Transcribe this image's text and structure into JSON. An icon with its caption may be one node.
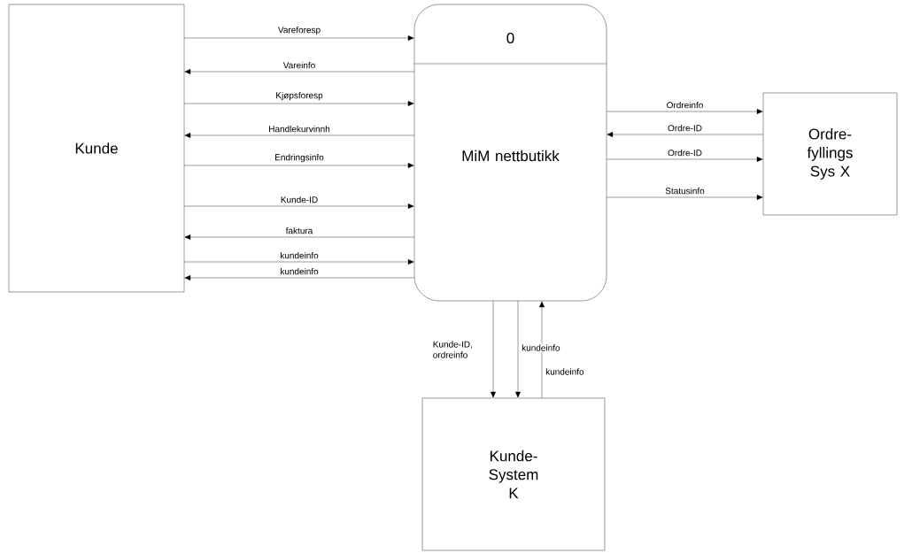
{
  "diagram": {
    "nodes": [
      {
        "text": [
          "Kunde"
        ]
      },
      {
        "text": [
          "0",
          "MiM nettbutikk"
        ]
      },
      {
        "text": [
          "Ordre- fyllings Sys X"
        ]
      },
      {
        "text": [
          "Kunde- System K"
        ]
      }
    ],
    "edges": [
      {
        "from": 0,
        "to": 1,
        "arrow": "to",
        "label": "Vareforesp"
      },
      {
        "from": 1,
        "to": 0,
        "arrow": "to",
        "label": "Vareinfo"
      },
      {
        "from": 0,
        "to": 1,
        "arrow": "to",
        "label": "Kjøpsforesp"
      },
      {
        "from": 1,
        "to": 0,
        "arrow": "to",
        "label": "Handlekurvinnh"
      },
      {
        "from": 0,
        "to": 1,
        "arrow": "to",
        "label": "Endringsinfo"
      },
      {
        "from": 0,
        "to": 1,
        "arrow": "to",
        "label": "Kunde-ID"
      },
      {
        "from": 1,
        "to": 0,
        "arrow": "to",
        "label": "faktura"
      },
      {
        "from": 0,
        "to": 1,
        "arrow": "to",
        "label": "kundeinfo"
      },
      {
        "from": 1,
        "to": 0,
        "arrow": "to",
        "label": "kundeinfo"
      },
      {
        "from": 1,
        "to": 2,
        "arrow": "to",
        "label": "Ordreinfo"
      },
      {
        "from": 2,
        "to": 1,
        "arrow": "to",
        "label": "Ordre-ID"
      },
      {
        "from": 1,
        "to": 2,
        "arrow": "to",
        "label": "Ordre-ID"
      },
      {
        "from": 1,
        "to": 2,
        "arrow": "to",
        "label": "Statusinfo"
      },
      {
        "from": 1,
        "to": 3,
        "arrow": "to",
        "label": "Kunde-ID, ordreinfo"
      },
      {
        "from": 1,
        "to": 3,
        "arrow": "to",
        "label": "kundeinfo"
      },
      {
        "from": 3,
        "to": 1,
        "arrow": "to",
        "label": "kundeinfo"
      }
    ]
  }
}
